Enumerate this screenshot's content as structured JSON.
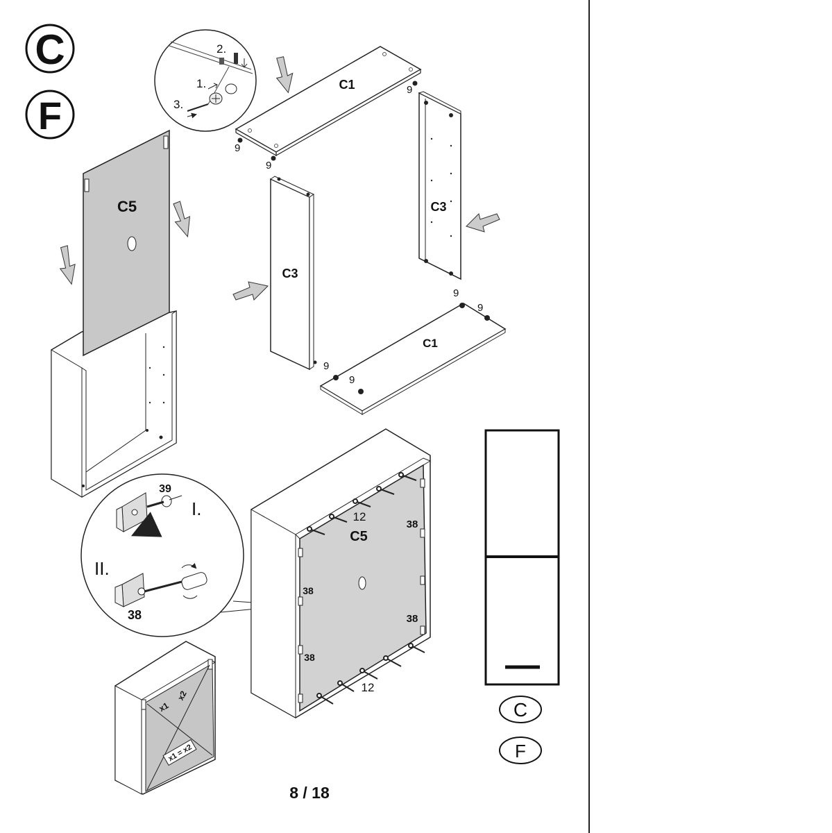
{
  "badges": {
    "top": "C",
    "bottom": "F"
  },
  "parts": {
    "top_panel": "C1",
    "bottom_panel": "C1",
    "left_side": "C3",
    "right_side": "C3",
    "back_panel_lifted": "C5",
    "back_panel_fitted": "C5"
  },
  "detail_cam": {
    "step1": "1.",
    "step2": "2.",
    "step3": "3."
  },
  "hardware": {
    "cam_fitting": "9",
    "nail": "12",
    "bracket": "38",
    "screw": "39"
  },
  "detail_bracket": {
    "step1": "I.",
    "step2": "II."
  },
  "diagonal_check": {
    "d1": "x1",
    "d2": "x2",
    "rule": "x1 = x2"
  },
  "cabinet_badges": {
    "upper": "C",
    "lower": "F"
  },
  "page_number": "8 / 18"
}
